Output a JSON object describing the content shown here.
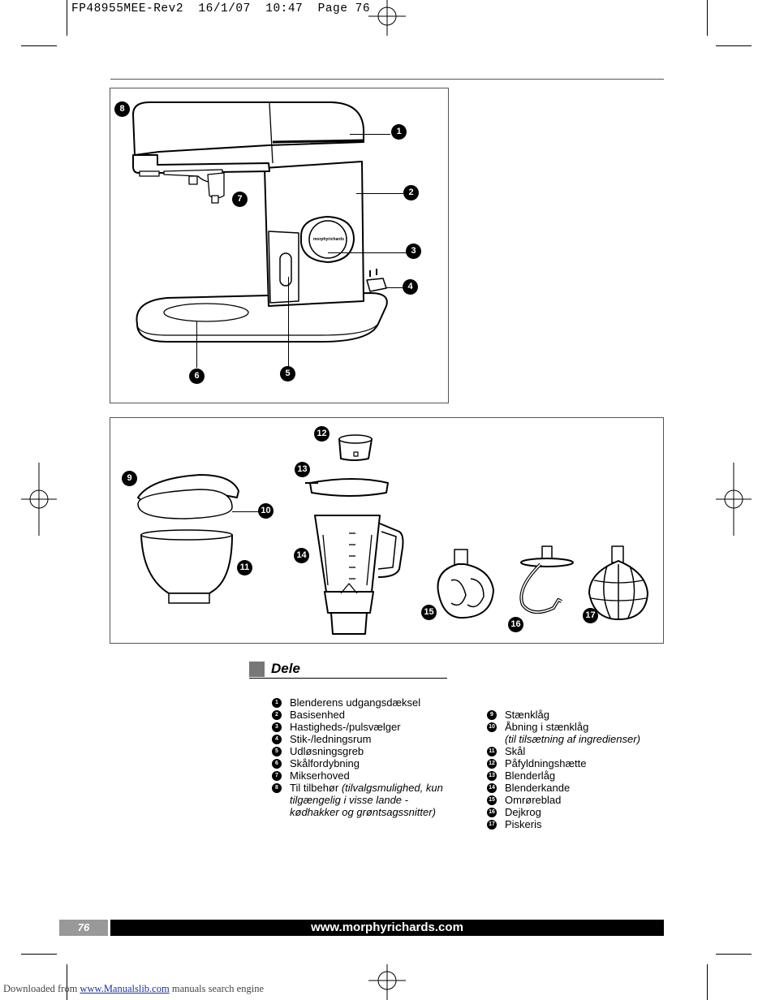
{
  "slug": "FP48955MEE-Rev2  16/1/07  10:47  Page 76",
  "diagram1": {
    "callouts": [
      "8",
      "1",
      "7",
      "2",
      "3",
      "4",
      "6",
      "5"
    ]
  },
  "diagram2": {
    "callouts": [
      "12",
      "13",
      "9",
      "10",
      "11",
      "14",
      "15",
      "16",
      "17"
    ]
  },
  "section": {
    "title": "Dele"
  },
  "parts_left": [
    {
      "n": "1",
      "label": "Blenderens udgangsdæksel"
    },
    {
      "n": "2",
      "label": "Basisenhed"
    },
    {
      "n": "3",
      "label": "Hastigheds-/pulsvælger"
    },
    {
      "n": "4",
      "label": "Stik-/ledningsrum"
    },
    {
      "n": "5",
      "label": "Udløsningsgreb"
    },
    {
      "n": "6",
      "label": "Skålfordybning"
    },
    {
      "n": "7",
      "label": "Mikserhoved"
    },
    {
      "n": "8",
      "label": "Til tilbehør",
      "note": "(tilvalgsmulighed, kun tilgængelig i visse lande - kødhakker og grøntsagssnitter)"
    }
  ],
  "parts_right": [
    {
      "n": "9",
      "label": "Stænklåg"
    },
    {
      "n": "10",
      "label": "Åbning i stænklåg",
      "note": "(til tilsætning af ingredienser)"
    },
    {
      "n": "11",
      "label": "Skål"
    },
    {
      "n": "12",
      "label": "Påfyldningshætte"
    },
    {
      "n": "13",
      "label": "Blenderlåg"
    },
    {
      "n": "14",
      "label": "Blenderkande"
    },
    {
      "n": "15",
      "label": "Omrøreblad"
    },
    {
      "n": "16",
      "label": "Dejkrog"
    },
    {
      "n": "17",
      "label": "Piskeris"
    }
  ],
  "footer": {
    "page": "76",
    "url": "www.morphyrichards.com"
  },
  "download": {
    "prefix": "Downloaded from ",
    "link": "www.Manualslib.com",
    "suffix": " manuals search engine"
  },
  "brand_badge": "morphyrichards"
}
